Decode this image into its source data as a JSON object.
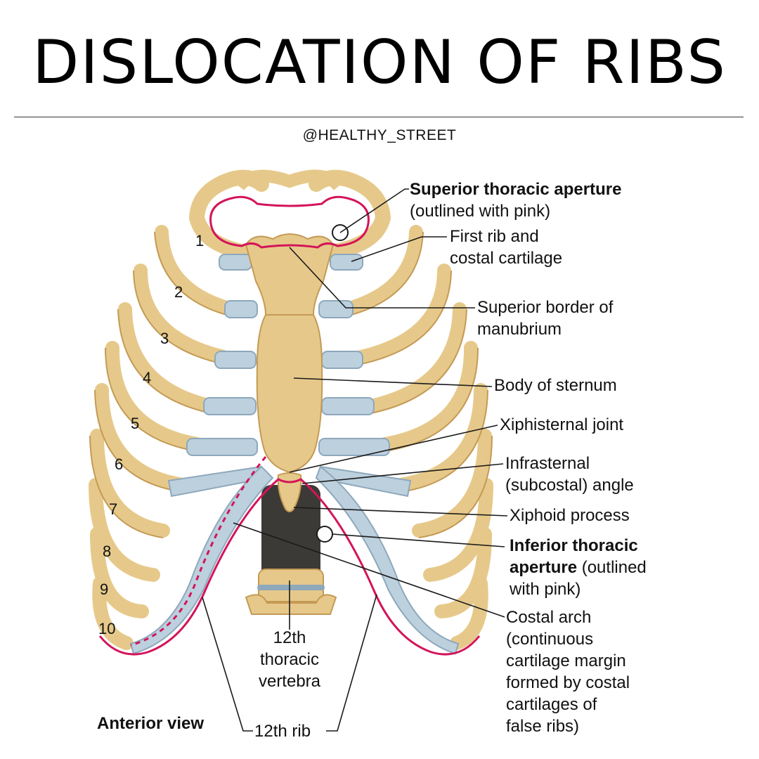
{
  "header": {
    "title": "DISLOCATION OF RIBS",
    "handle": "@HEALTHY_STREET"
  },
  "colors": {
    "bone": "#e6c98a",
    "bone_shadow": "#c49a55",
    "cartilage": "#bcd0de",
    "cartilage_edge": "#8ea8bc",
    "outline_pink": "#d4145a",
    "spine_dark": "#3c3a36",
    "leader": "#1a1a1a"
  },
  "labels": {
    "superior_aperture_bold": "Superior thoracic aperture",
    "superior_aperture_note": "(outlined with pink)",
    "first_rib_1": "First rib and",
    "first_rib_2": "costal cartilage",
    "superior_border_1": "Superior border of",
    "superior_border_2": "manubrium",
    "body_sternum": "Body of sternum",
    "xiphisternal": "Xiphisternal joint",
    "infrasternal_1": "Infrasternal",
    "infrasternal_2": "(subcostal) angle",
    "xiphoid": "Xiphoid process",
    "inferior_bold_1": "Inferior thoracic",
    "inferior_bold_2": "aperture",
    "inferior_note_a": "(outlined",
    "inferior_note_b": "with pink)",
    "costal_arch_1": "Costal arch",
    "costal_arch_2": "(continuous",
    "costal_arch_3": "cartilage margin",
    "costal_arch_4": "formed by costal",
    "costal_arch_5": "cartilages of",
    "costal_arch_6": "false ribs)",
    "vertebra_1": "12th",
    "vertebra_2": "thoracic",
    "vertebra_3": "vertebra",
    "rib12": "12th rib",
    "view": "Anterior view"
  },
  "rib_numbers": [
    "1",
    "2",
    "3",
    "4",
    "5",
    "6",
    "7",
    "8",
    "9",
    "10"
  ]
}
